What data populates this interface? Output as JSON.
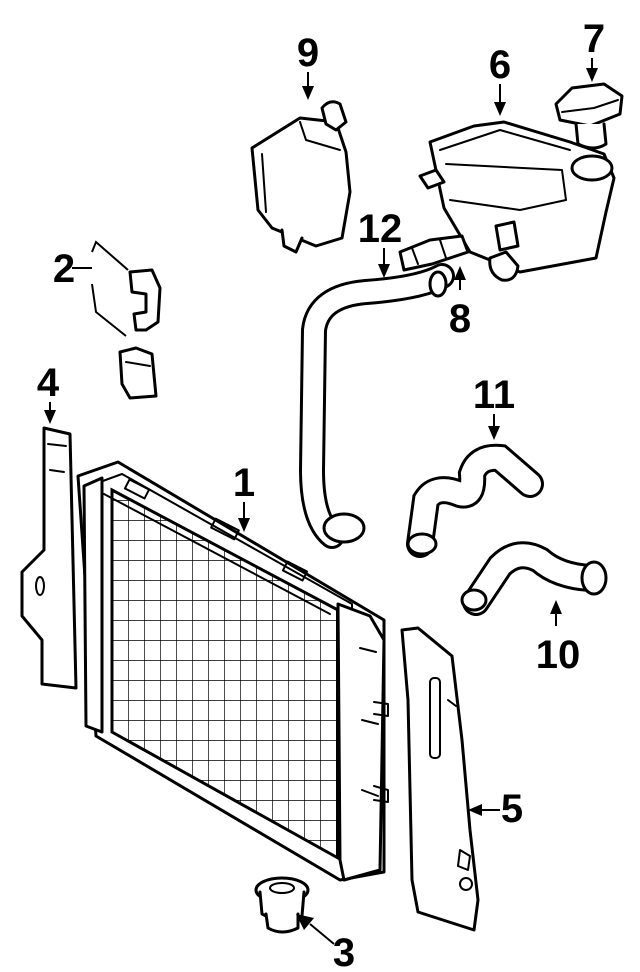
{
  "callouts": [
    {
      "id": "1",
      "text": "1"
    },
    {
      "id": "2",
      "text": "2"
    },
    {
      "id": "3",
      "text": "3"
    },
    {
      "id": "4",
      "text": "4"
    },
    {
      "id": "5",
      "text": "5"
    },
    {
      "id": "6",
      "text": "6"
    },
    {
      "id": "7",
      "text": "7"
    },
    {
      "id": "8",
      "text": "8"
    },
    {
      "id": "9",
      "text": "9"
    },
    {
      "id": "10",
      "text": "10"
    },
    {
      "id": "11",
      "text": "11"
    },
    {
      "id": "12",
      "text": "12"
    }
  ]
}
